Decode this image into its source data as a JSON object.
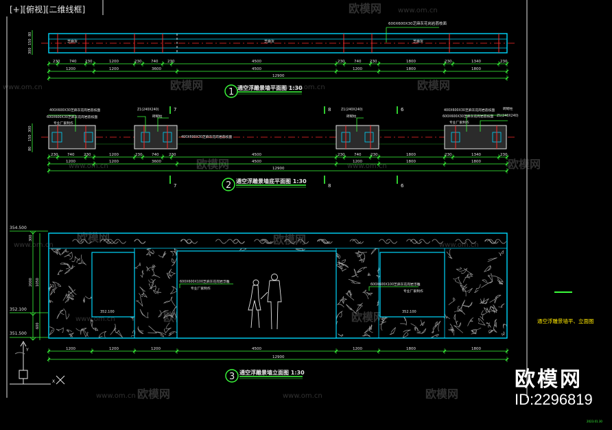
{
  "viewport": {
    "label": "[+][俯视][二维线框]"
  },
  "watermark": {
    "site": "www.om.cn",
    "logo": "欧模网"
  },
  "colors": {
    "background": "#000000",
    "cyan": "#00d9ff",
    "green": "#3cff3c",
    "white": "#e8e8e8",
    "red": "#ff2a2a",
    "yellow": "#ffe800",
    "dim": "#8a8a8a"
  },
  "plan1": {
    "title": "通空浮雕景墙平面图 1:30",
    "number": "1",
    "material_note": "600X600X30芝麻灰花岗岩荔枝面",
    "tag_a": "芝麻灰",
    "dims_row1": [
      "230",
      "740",
      "230",
      "1200",
      "230",
      "740",
      "230",
      "4500",
      "230",
      "740",
      "230",
      "1800",
      "230",
      "1340",
      "230"
    ],
    "dims_row2": [
      "1200",
      "1200",
      "3600",
      "4500",
      "1200",
      "1800",
      "1800"
    ],
    "total": "12900",
    "side_dims": [
      "80",
      "150",
      "300"
    ]
  },
  "plan2": {
    "title": "通空浮雕景墙底平面图 1:30",
    "number": "2",
    "note_left_1": "400X600X30芝麻灰花岗岩荔枝面",
    "note_left_2": "600X600X30芝麻灰花岗岩荔枝面",
    "note_left_3": "专业厂家制作",
    "note_z1": "Z1(240X240)",
    "note_col": "砖砌柱",
    "note_mid": "400X600X30芝麻灰花岗岩荔枝面",
    "note_right_1": "400X600X30芝麻灰花岗岩荔枝面",
    "note_right_2": "600X600X30芝麻灰花岗岩荔枝面",
    "note_right_3": "专业厂家制作",
    "sec_a": "7",
    "sec_b": "8",
    "sec_c": "6",
    "dims_row1": [
      "230",
      "740",
      "230",
      "1200",
      "230",
      "740",
      "230",
      "4500",
      "230",
      "740",
      "230",
      "1800",
      "230",
      "1340",
      "230"
    ],
    "dims_row2": [
      "1200",
      "1200",
      "3600",
      "4500",
      "1200",
      "1800",
      "1800"
    ],
    "total": "12900",
    "side_dims": [
      "300",
      "150",
      "80"
    ]
  },
  "elev3": {
    "title": "通空浮雕景墙立面图 1:30",
    "number": "3",
    "level_top": "354.500",
    "level_mid": "352.100",
    "level_base": "351.500",
    "level_open_left": "352.100",
    "level_open_right": "352.100",
    "side_dims": [
      "300",
      "2000",
      "1050",
      "600"
    ],
    "note_center_1": "600X600X100芝麻灰花岗岩浮雕",
    "note_center_2": "专业厂家制作",
    "note_right_1": "600X600X100芝麻灰花岗岩浮雕",
    "note_right_2": "专业厂家制作",
    "dims_row1": [
      "1200",
      "1200",
      "1200",
      "4500",
      "1200",
      "1800",
      "1800"
    ],
    "total": "12900"
  },
  "side_label": "通空浮雕景墙平、立面图",
  "ucs": {
    "y": "Y",
    "x": "X"
  },
  "brand": {
    "logo": "欧模网",
    "id": "ID:2296819"
  },
  "corner_mark": "2023.01.30"
}
